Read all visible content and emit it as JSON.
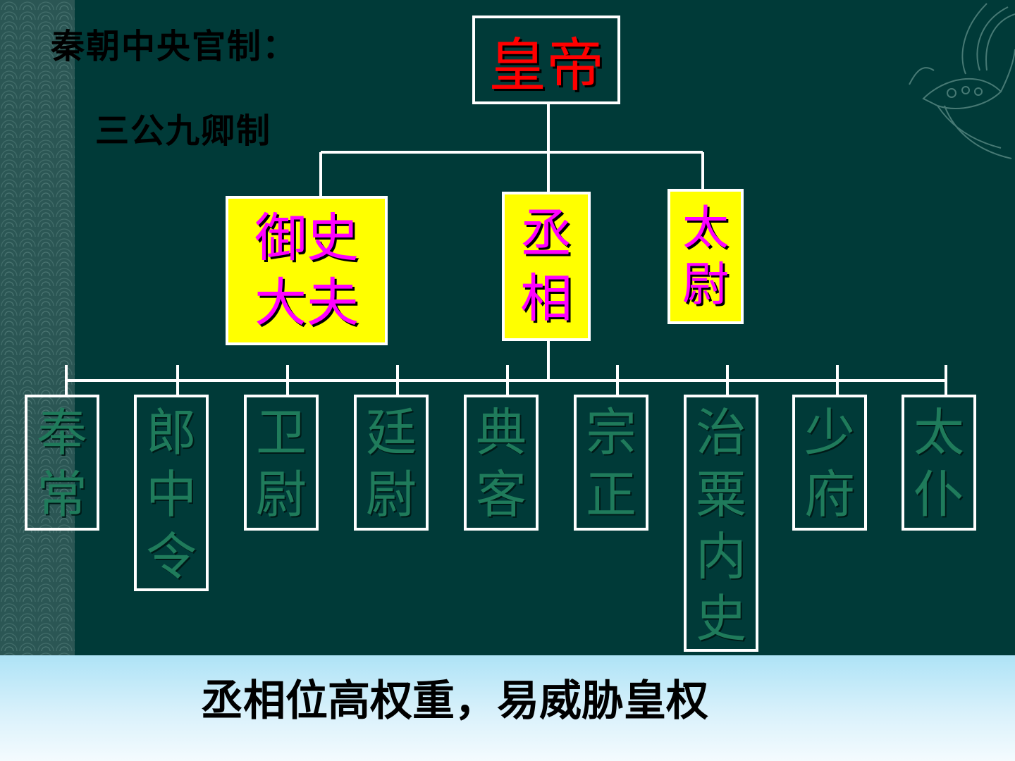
{
  "heading": {
    "line1": "秦朝中央官制：",
    "line2": "三公九卿制"
  },
  "emperor": "皇帝",
  "three_gong": [
    {
      "lines": [
        "御史",
        "大夫"
      ]
    },
    {
      "lines": [
        "丞",
        "相"
      ]
    },
    {
      "lines": [
        "太",
        "尉"
      ]
    }
  ],
  "nine_qing": [
    {
      "lines": [
        "奉",
        "常"
      ]
    },
    {
      "lines": [
        "郎",
        "中",
        "令"
      ]
    },
    {
      "lines": [
        "卫",
        "尉"
      ]
    },
    {
      "lines": [
        "廷",
        "尉"
      ]
    },
    {
      "lines": [
        "典",
        "客"
      ]
    },
    {
      "lines": [
        "宗",
        "正"
      ]
    },
    {
      "lines": [
        "治",
        "粟",
        "内",
        "史"
      ]
    },
    {
      "lines": [
        "少",
        "府"
      ]
    },
    {
      "lines": [
        "太",
        "仆"
      ]
    }
  ],
  "footer": "丞相位高权重，易威胁皇权",
  "colors": {
    "background": "#003a38",
    "emperor_text": "#ff0000",
    "gong_fill": "#ffff00",
    "gong_text": "#ff00ff",
    "qing_text": "#1f7b5b",
    "lines": "#ffffff"
  }
}
